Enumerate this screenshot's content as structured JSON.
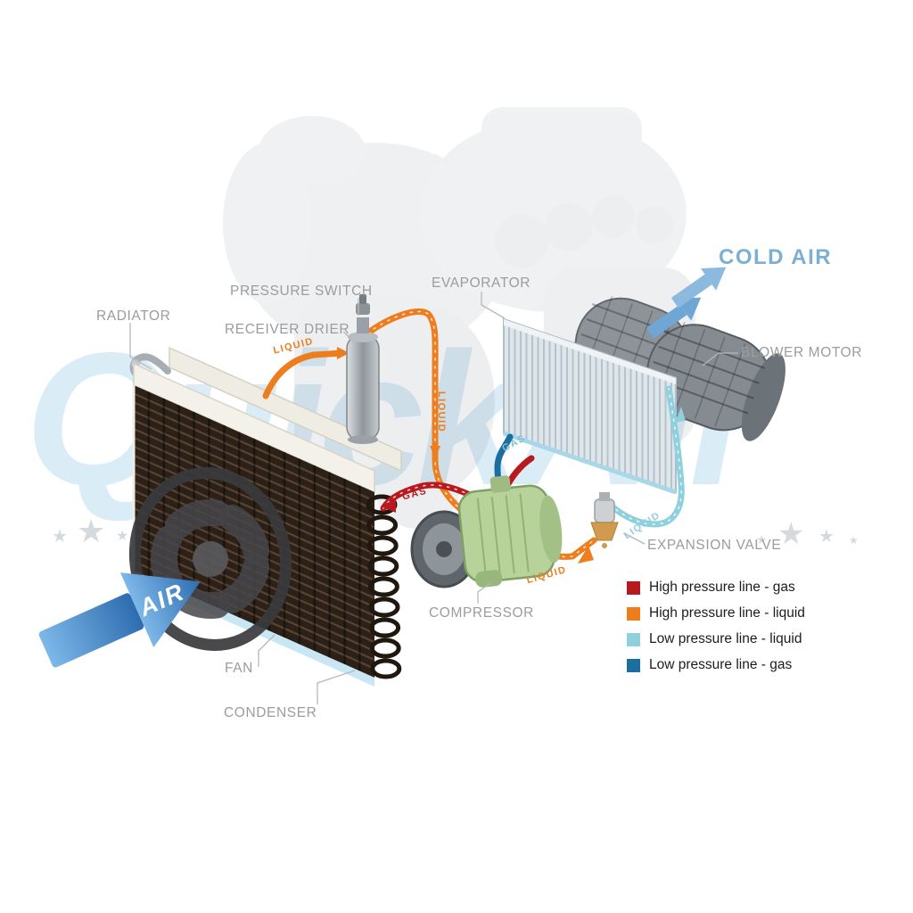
{
  "watermark": {
    "text": "QuickAir"
  },
  "component_labels": {
    "radiator": "RADIATOR",
    "pressure_switch": "PRESSURE SWITCH",
    "receiver_drier": "RECEIVER DRIER",
    "evaporator": "EVAPORATOR",
    "blower_motor": "BLOWER MOTOR",
    "expansion_valve": "EXPANSION VALVE",
    "compressor": "COMPRESSOR",
    "fan": "FAN",
    "condenser": "CONDENSER"
  },
  "flow_labels": {
    "cold_air": "COLD AIR",
    "air": "AIR",
    "liquid": "LIQUID",
    "gas": "GAS"
  },
  "legend": {
    "items": [
      {
        "label": "High pressure line - gas",
        "color": "#b8191f"
      },
      {
        "label": "High pressure line - liquid",
        "color": "#ee7d1e"
      },
      {
        "label": "Low pressure line - liquid",
        "color": "#8fd0de"
      },
      {
        "label": "Low pressure line -  gas",
        "color": "#1c6da0"
      }
    ]
  },
  "colors": {
    "high_pressure_gas": "#b8191f",
    "high_pressure_liquid": "#ee7d1e",
    "low_pressure_liquid": "#8fd0de",
    "low_pressure_gas": "#1c6da0",
    "cold_air_text": "#7cafd3",
    "air_arrow_dark": "#2d6cb0",
    "air_arrow_light": "#7db8e8",
    "label_gray": "#9c9c9c"
  }
}
